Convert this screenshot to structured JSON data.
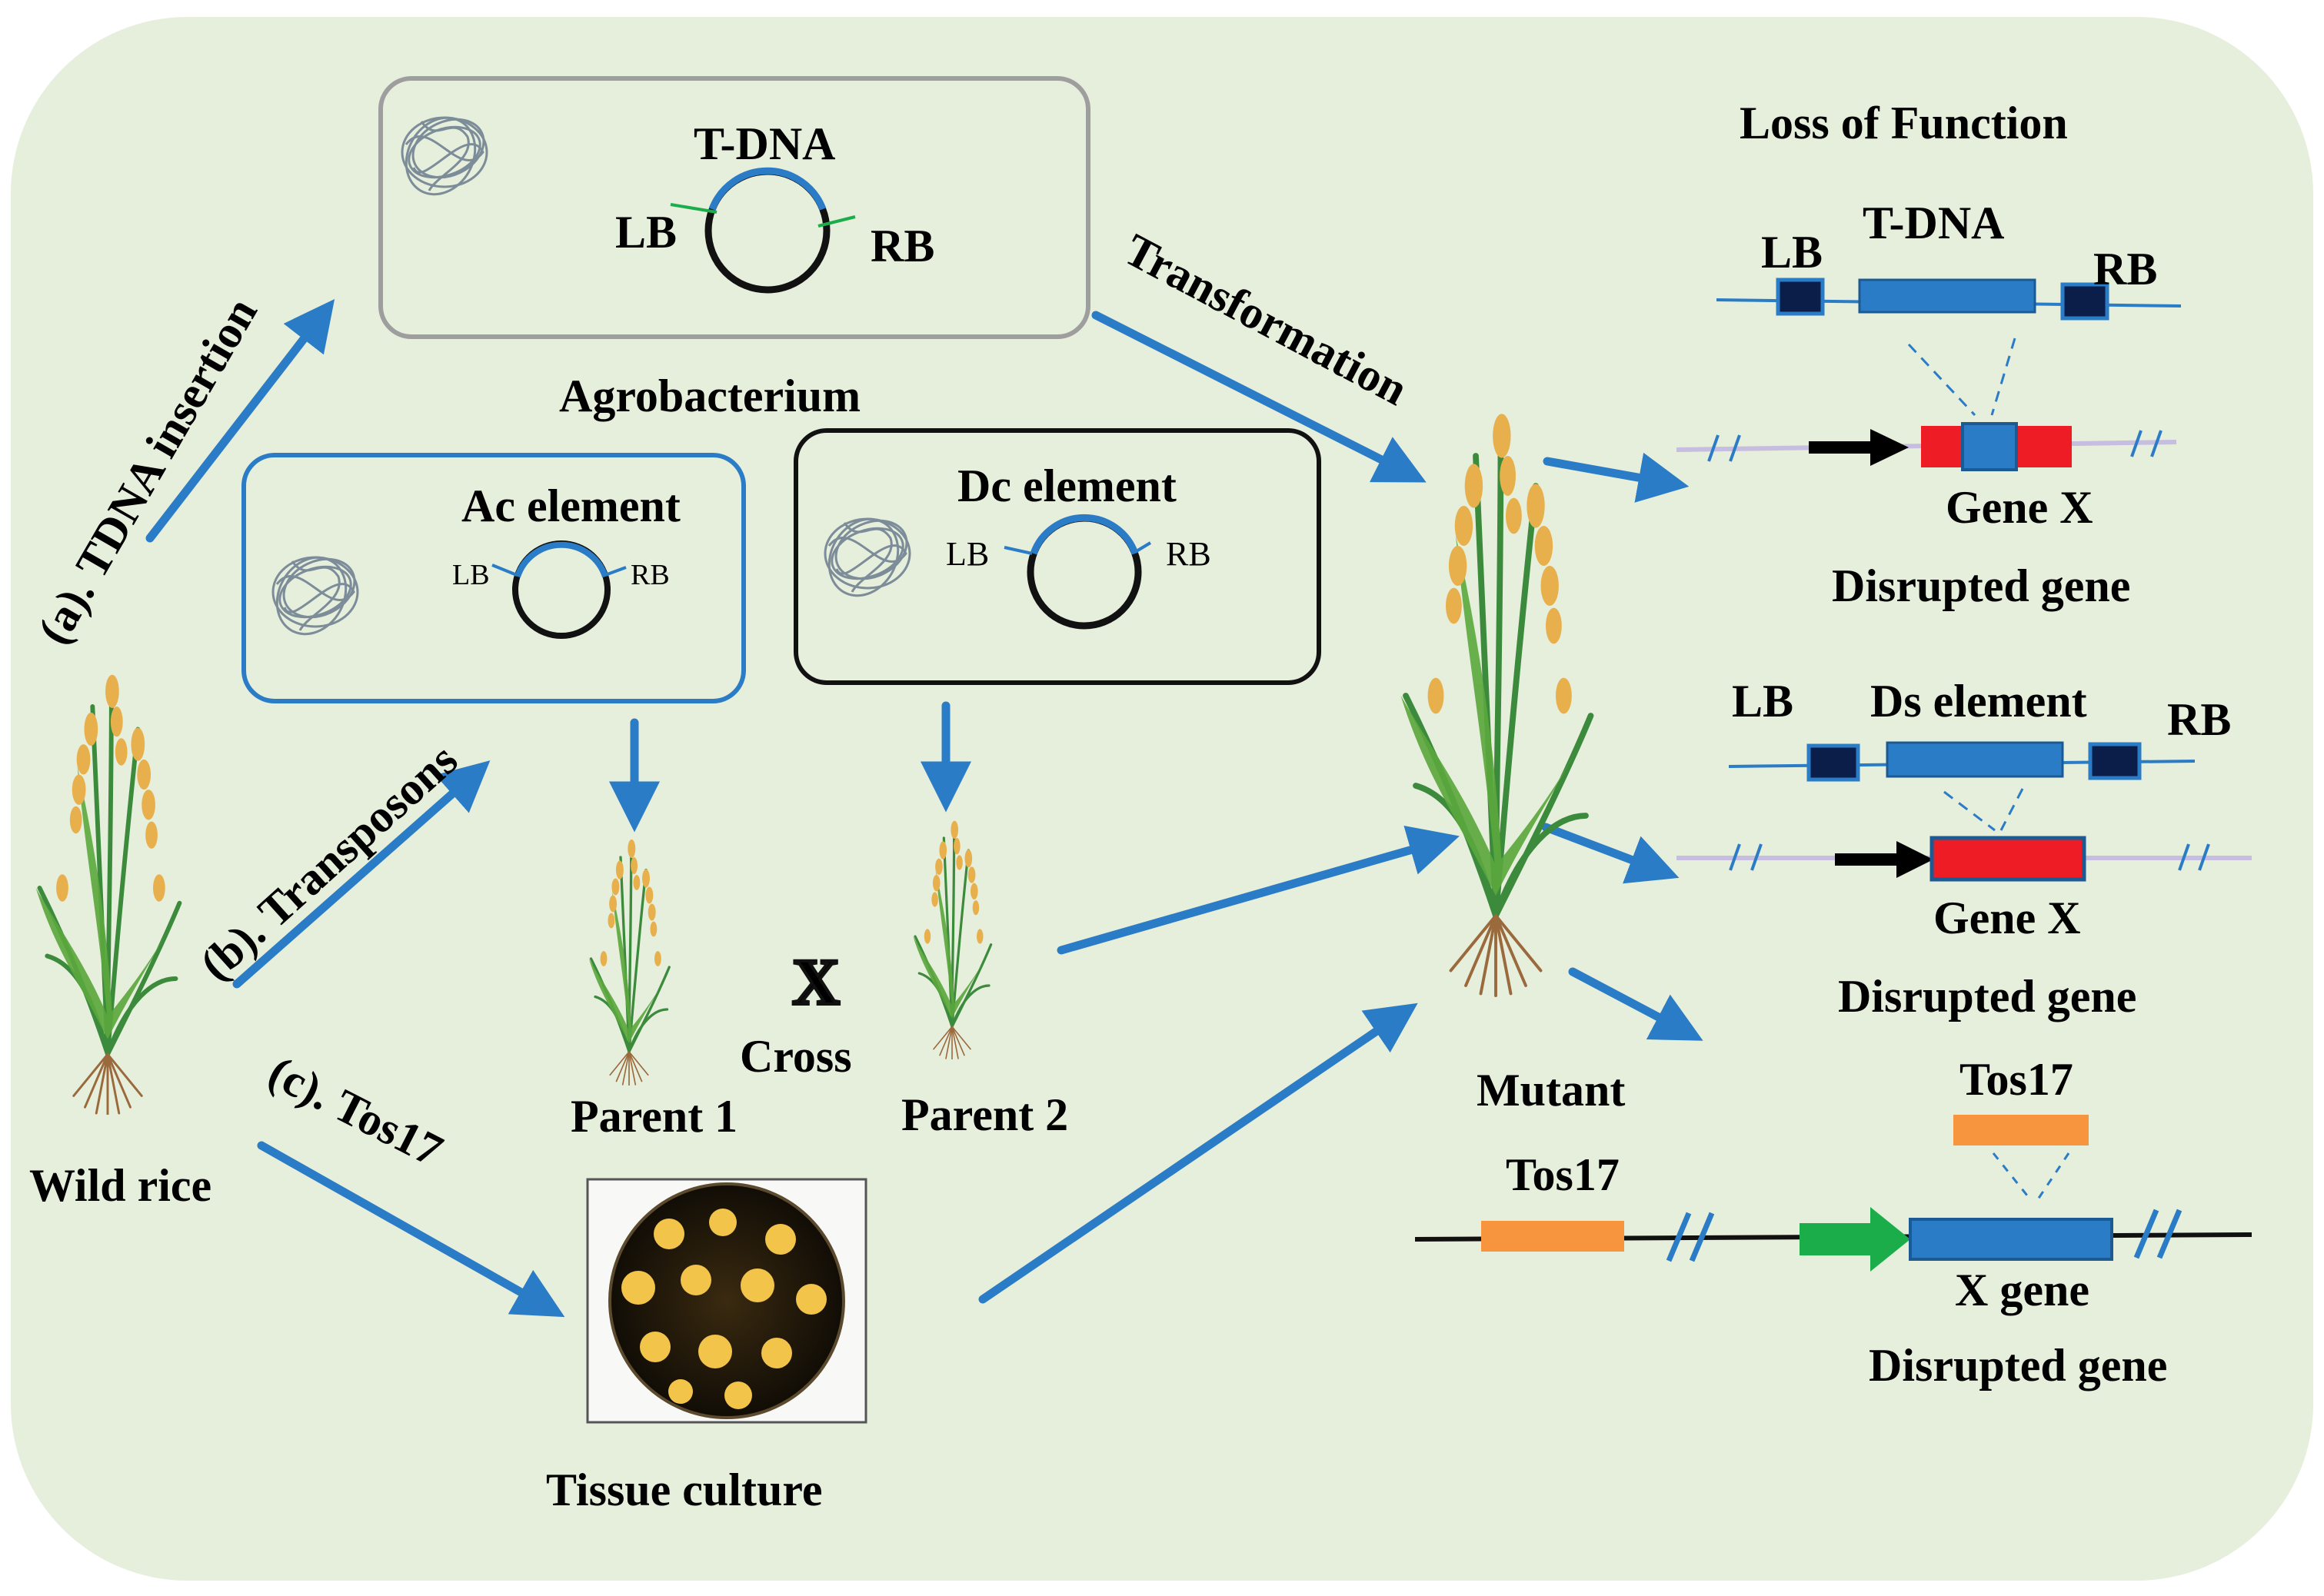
{
  "colors": {
    "background": "#e6eedc",
    "arrow": "#2b7cc6",
    "dna_blue": "#2b7cc6",
    "dark_box": "#0b1e4a",
    "gene_red": "#ee1c24",
    "tos17_orange": "#f7943e",
    "promoter_green": "#1aad49",
    "backbone_lilac": "#c7bde0",
    "plant_green": "#3c8a3c",
    "grain_yellow": "#e8b04c",
    "root_brown": "#9a6a3c"
  },
  "agrobacterium": {
    "caption": "Agrobacterium",
    "plasmid_label": "T-DNA",
    "lb": "LB",
    "rb": "RB"
  },
  "ac_element": {
    "title": "Ac element",
    "lb": "LB",
    "rb": "RB"
  },
  "dc_element": {
    "title": "Dc element",
    "lb": "LB",
    "rb": "RB"
  },
  "pathways": {
    "a": "(a). TDNA insertion",
    "b": "(b). Transposons",
    "c": "(c). Tos17"
  },
  "plants": {
    "wild": "Wild rice",
    "parent1": "Parent 1",
    "parent2": "Parent 2",
    "cross": "Cross",
    "cross_symbol": "X",
    "mutant": "Mutant"
  },
  "process": {
    "transformation": "Transformation",
    "tissue_culture": "Tissue culture"
  },
  "loss_of_function": {
    "title": "Loss of Function",
    "tdna": {
      "lb": "LB",
      "insert": "T-DNA",
      "rb": "RB",
      "gene": "Gene X",
      "result": "Disrupted  gene"
    },
    "ds": {
      "lb": "LB",
      "insert": "Ds element",
      "rb": "RB",
      "gene": "Gene X",
      "result": "Disrupted  gene"
    },
    "tos17": {
      "insert_label": "Tos17",
      "copy_label": "Tos17",
      "gene": "X gene",
      "result": "Disrupted  gene"
    }
  }
}
